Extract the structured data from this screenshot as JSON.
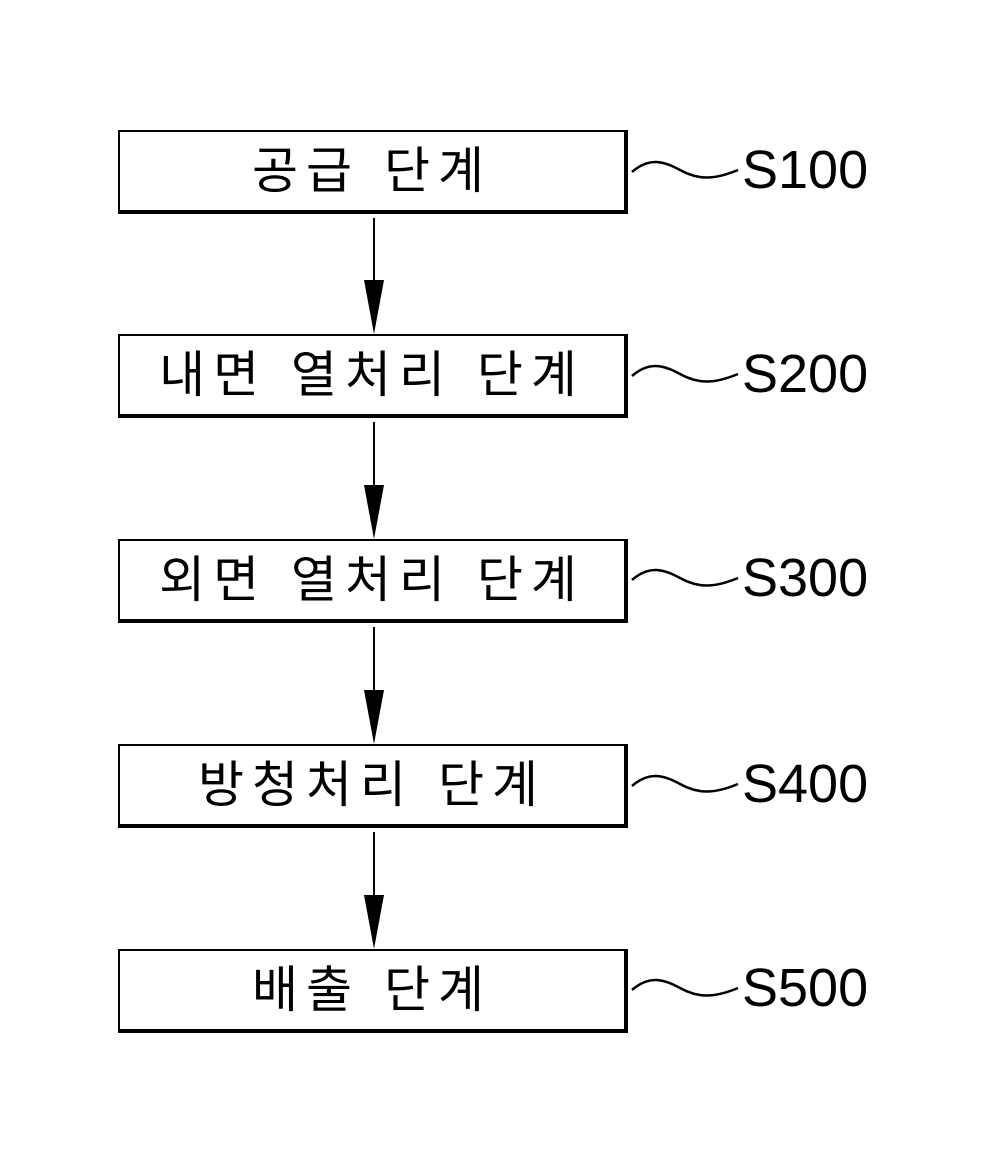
{
  "diagram": {
    "steps": [
      {
        "label": "공급 단계",
        "code": "S100"
      },
      {
        "label": "내면 열처리 단계",
        "code": "S200"
      },
      {
        "label": "외면 열처리 단계",
        "code": "S300"
      },
      {
        "label": "방청처리 단계",
        "code": "S400"
      },
      {
        "label": "배출 단계",
        "code": "S500"
      }
    ]
  }
}
